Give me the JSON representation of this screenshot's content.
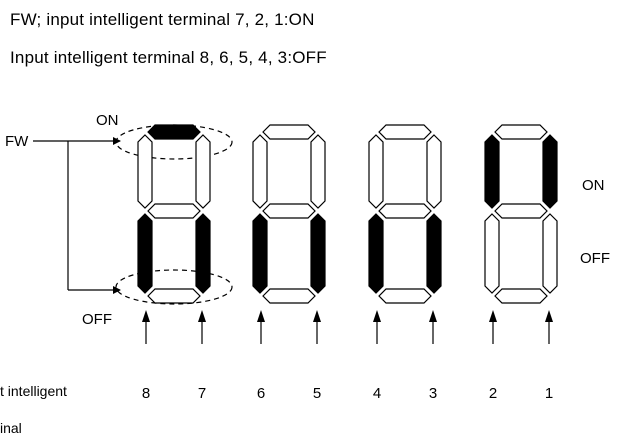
{
  "header": {
    "line1": "FW; input intelligent terminal   7, 2, 1:ON",
    "line2": "Input intelligent terminal  8, 6, 5, 4, 3:OFF"
  },
  "labels": {
    "fw": "FW",
    "on_top": "ON",
    "off_bottom": "OFF",
    "on_right": "ON",
    "off_right": "OFF",
    "row_label_line1": "t intelligent",
    "row_label_line2": "inal"
  },
  "digits": [
    {
      "filled": [
        "a",
        "c",
        "e"
      ]
    },
    {
      "filled": [
        "e",
        "c"
      ]
    },
    {
      "filled": [
        "e",
        "c"
      ]
    },
    {
      "filled": [
        "f",
        "b"
      ]
    }
  ],
  "terminals": [
    "8",
    "7",
    "6",
    "5",
    "4",
    "3",
    "2",
    "1"
  ],
  "colors": {
    "segment_filled": "#000000",
    "segment_outline": "#000000",
    "background": "#ffffff"
  }
}
